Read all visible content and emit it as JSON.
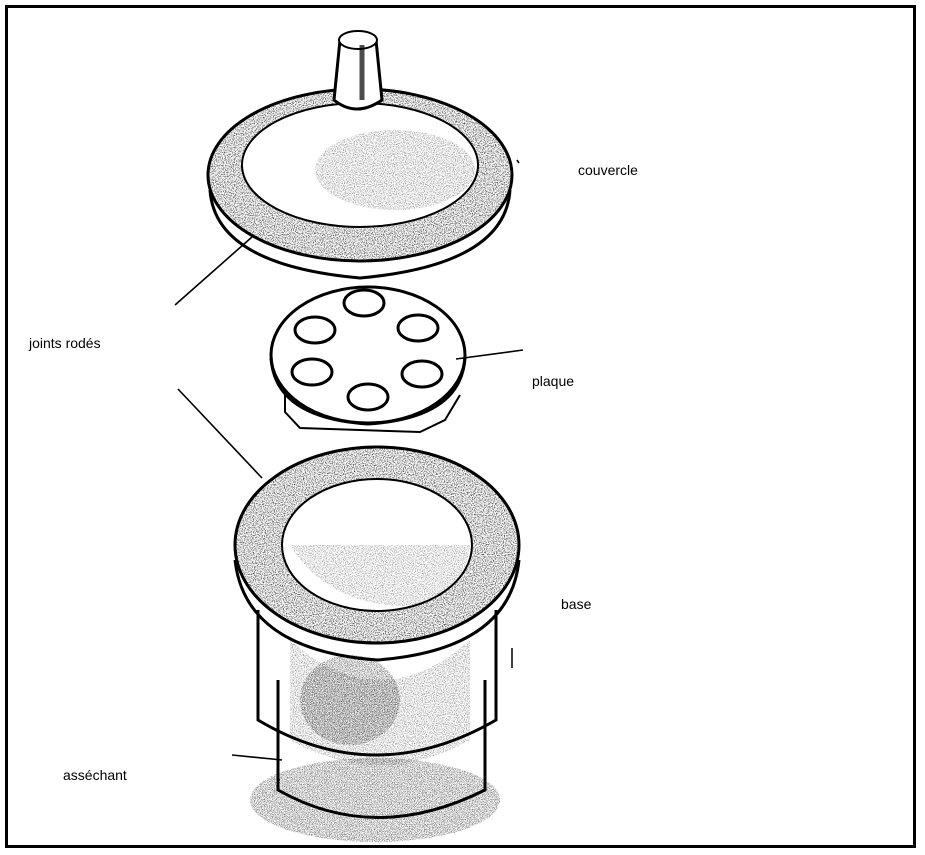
{
  "labels": {
    "lid": "couvercle",
    "ground_joints": "joints rodés",
    "plate": "plaque",
    "base": "base",
    "desiccant": "asséchant"
  },
  "colors": {
    "ink": "#000000",
    "background": "#ffffff"
  }
}
